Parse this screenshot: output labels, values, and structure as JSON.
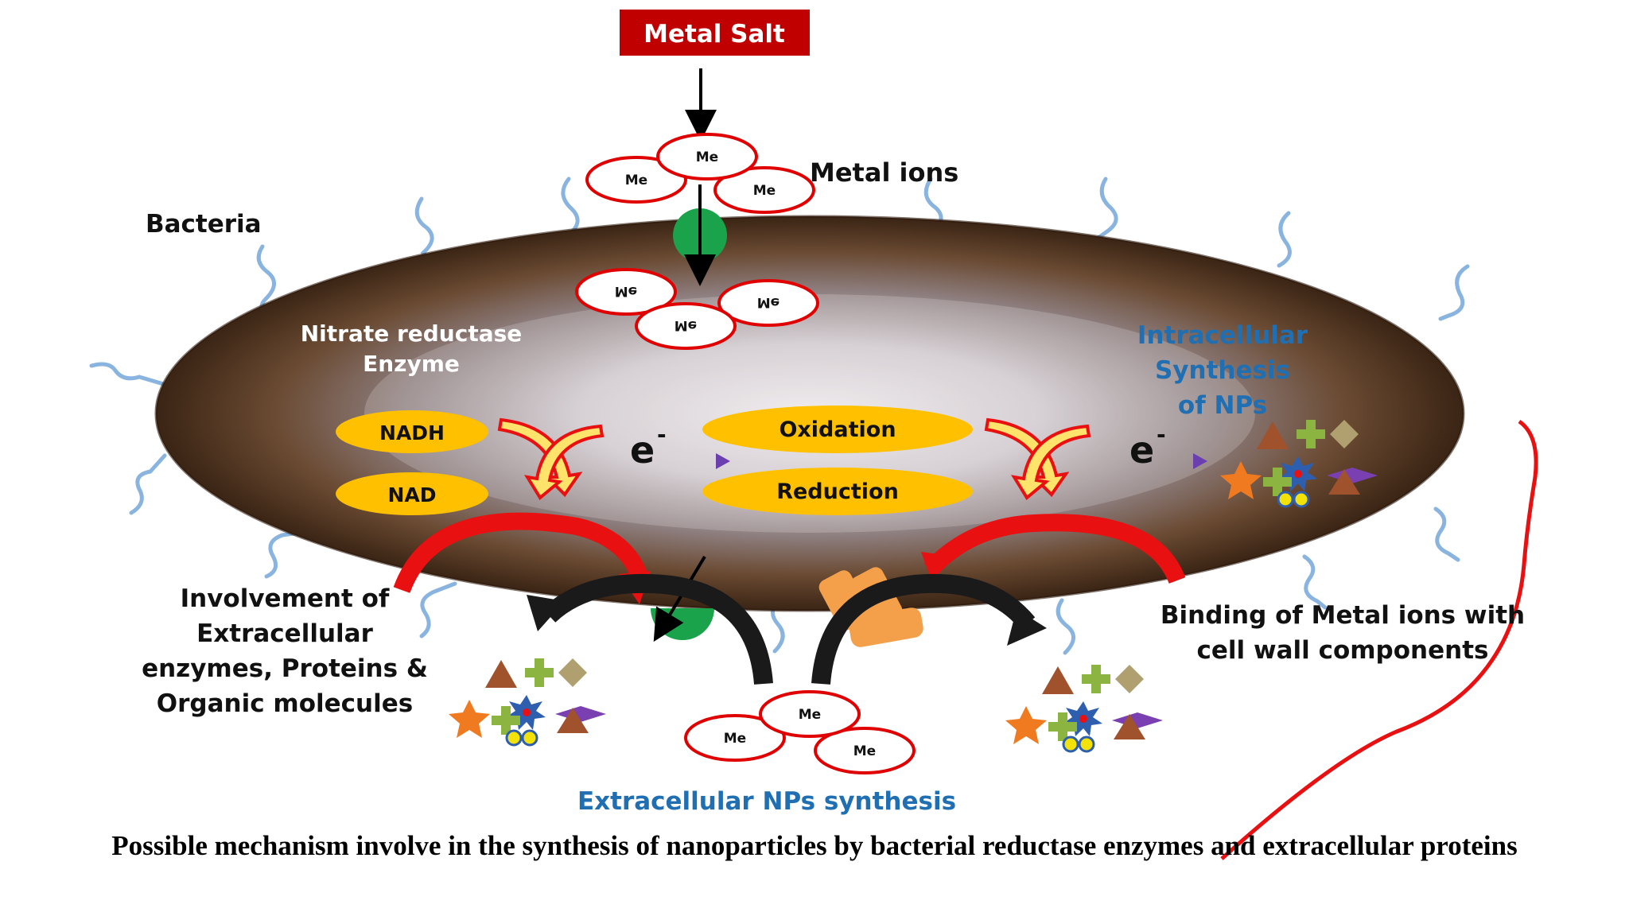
{
  "labels": {
    "metal_salt": "Metal Salt",
    "metal_ions": "Metal ions",
    "bacteria": "Bacteria",
    "nitrate_reductase_line1": "Nitrate reductase",
    "nitrate_reductase_line2": "Enzyme",
    "nadh": "NADH",
    "nad": "NAD",
    "electron": "e",
    "electron_charge": "-",
    "oxidation": "Oxidation",
    "reduction": "Reduction",
    "intracellular_line1": "Intracellular",
    "intracellular_line2": "Synthesis",
    "intracellular_line3": "of NPs",
    "involvement_line1": "Involvement of",
    "involvement_line2": "Extracellular",
    "involvement_line3": "enzymes, Proteins &",
    "involvement_line4": "Organic molecules",
    "binding_line1": "Binding of Metal ions with",
    "binding_line2": "cell wall components",
    "extracellular_synthesis": "Extracellular NPs synthesis",
    "me": "Me"
  },
  "caption": "Possible mechanism involve in the synthesis of nanoparticles by bacterial reductase enzymes and extracellular proteins",
  "colors": {
    "metal_salt_box": "#c00000",
    "ion_stroke": "#e00000",
    "pill": "#ffc000",
    "blue_text": "#1f6fb2",
    "red_arrow": "#e81010",
    "flagella": "#8ab4e0",
    "green_channel": "#1aa34a",
    "orange_channel": "#f4a04a"
  }
}
